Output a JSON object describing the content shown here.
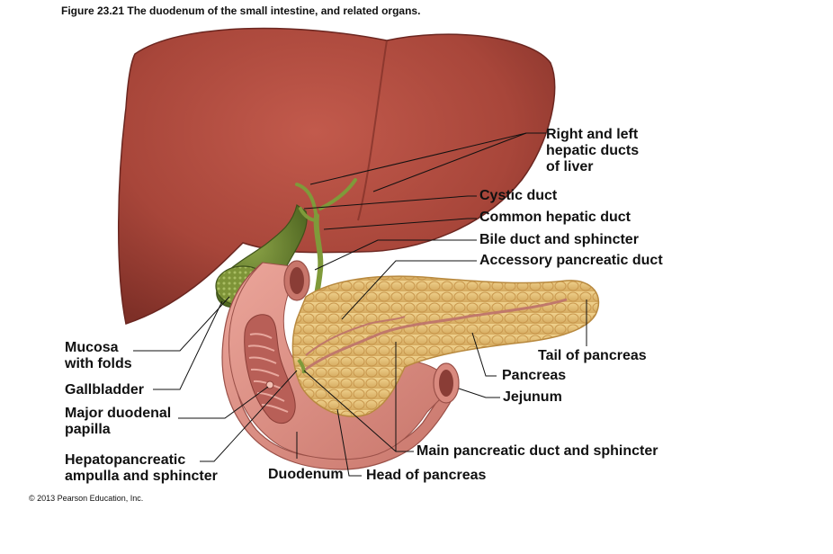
{
  "figure": {
    "title": "Figure 23.21  The duodenum of the small intestine, and related organs.",
    "copyright": "© 2013 Pearson Education, Inc."
  },
  "labels": {
    "hepatic_ducts": [
      "Right and left",
      "hepatic ducts",
      "of liver"
    ],
    "cystic_duct": "Cystic duct",
    "common_hepatic_duct": "Common hepatic duct",
    "bile_duct": "Bile duct and sphincter",
    "accessory_pancreatic_duct": "Accessory pancreatic duct",
    "tail_of_pancreas": "Tail of pancreas",
    "pancreas": "Pancreas",
    "jejunum": "Jejunum",
    "main_pancreatic_duct": "Main pancreatic duct and sphincter",
    "head_of_pancreas": "Head of pancreas",
    "duodenum": "Duodenum",
    "mucosa": [
      "Mucosa",
      "with folds"
    ],
    "gallbladder": "Gallbladder",
    "major_papilla": [
      "Major duodenal",
      "papilla"
    ],
    "hepatopancreatic_ampulla": [
      "Hepatopancreatic",
      "ampulla and sphincter"
    ]
  },
  "colors": {
    "liver": "#a8463a",
    "liver_dark": "#7e2f27",
    "gallbladder": "#5f7a2c",
    "pancreas": "#e6c27a",
    "intestine": "#d98a7f",
    "intestine_inner": "#b85f57",
    "duct": "#7f9a3a",
    "leader": "#111111"
  }
}
